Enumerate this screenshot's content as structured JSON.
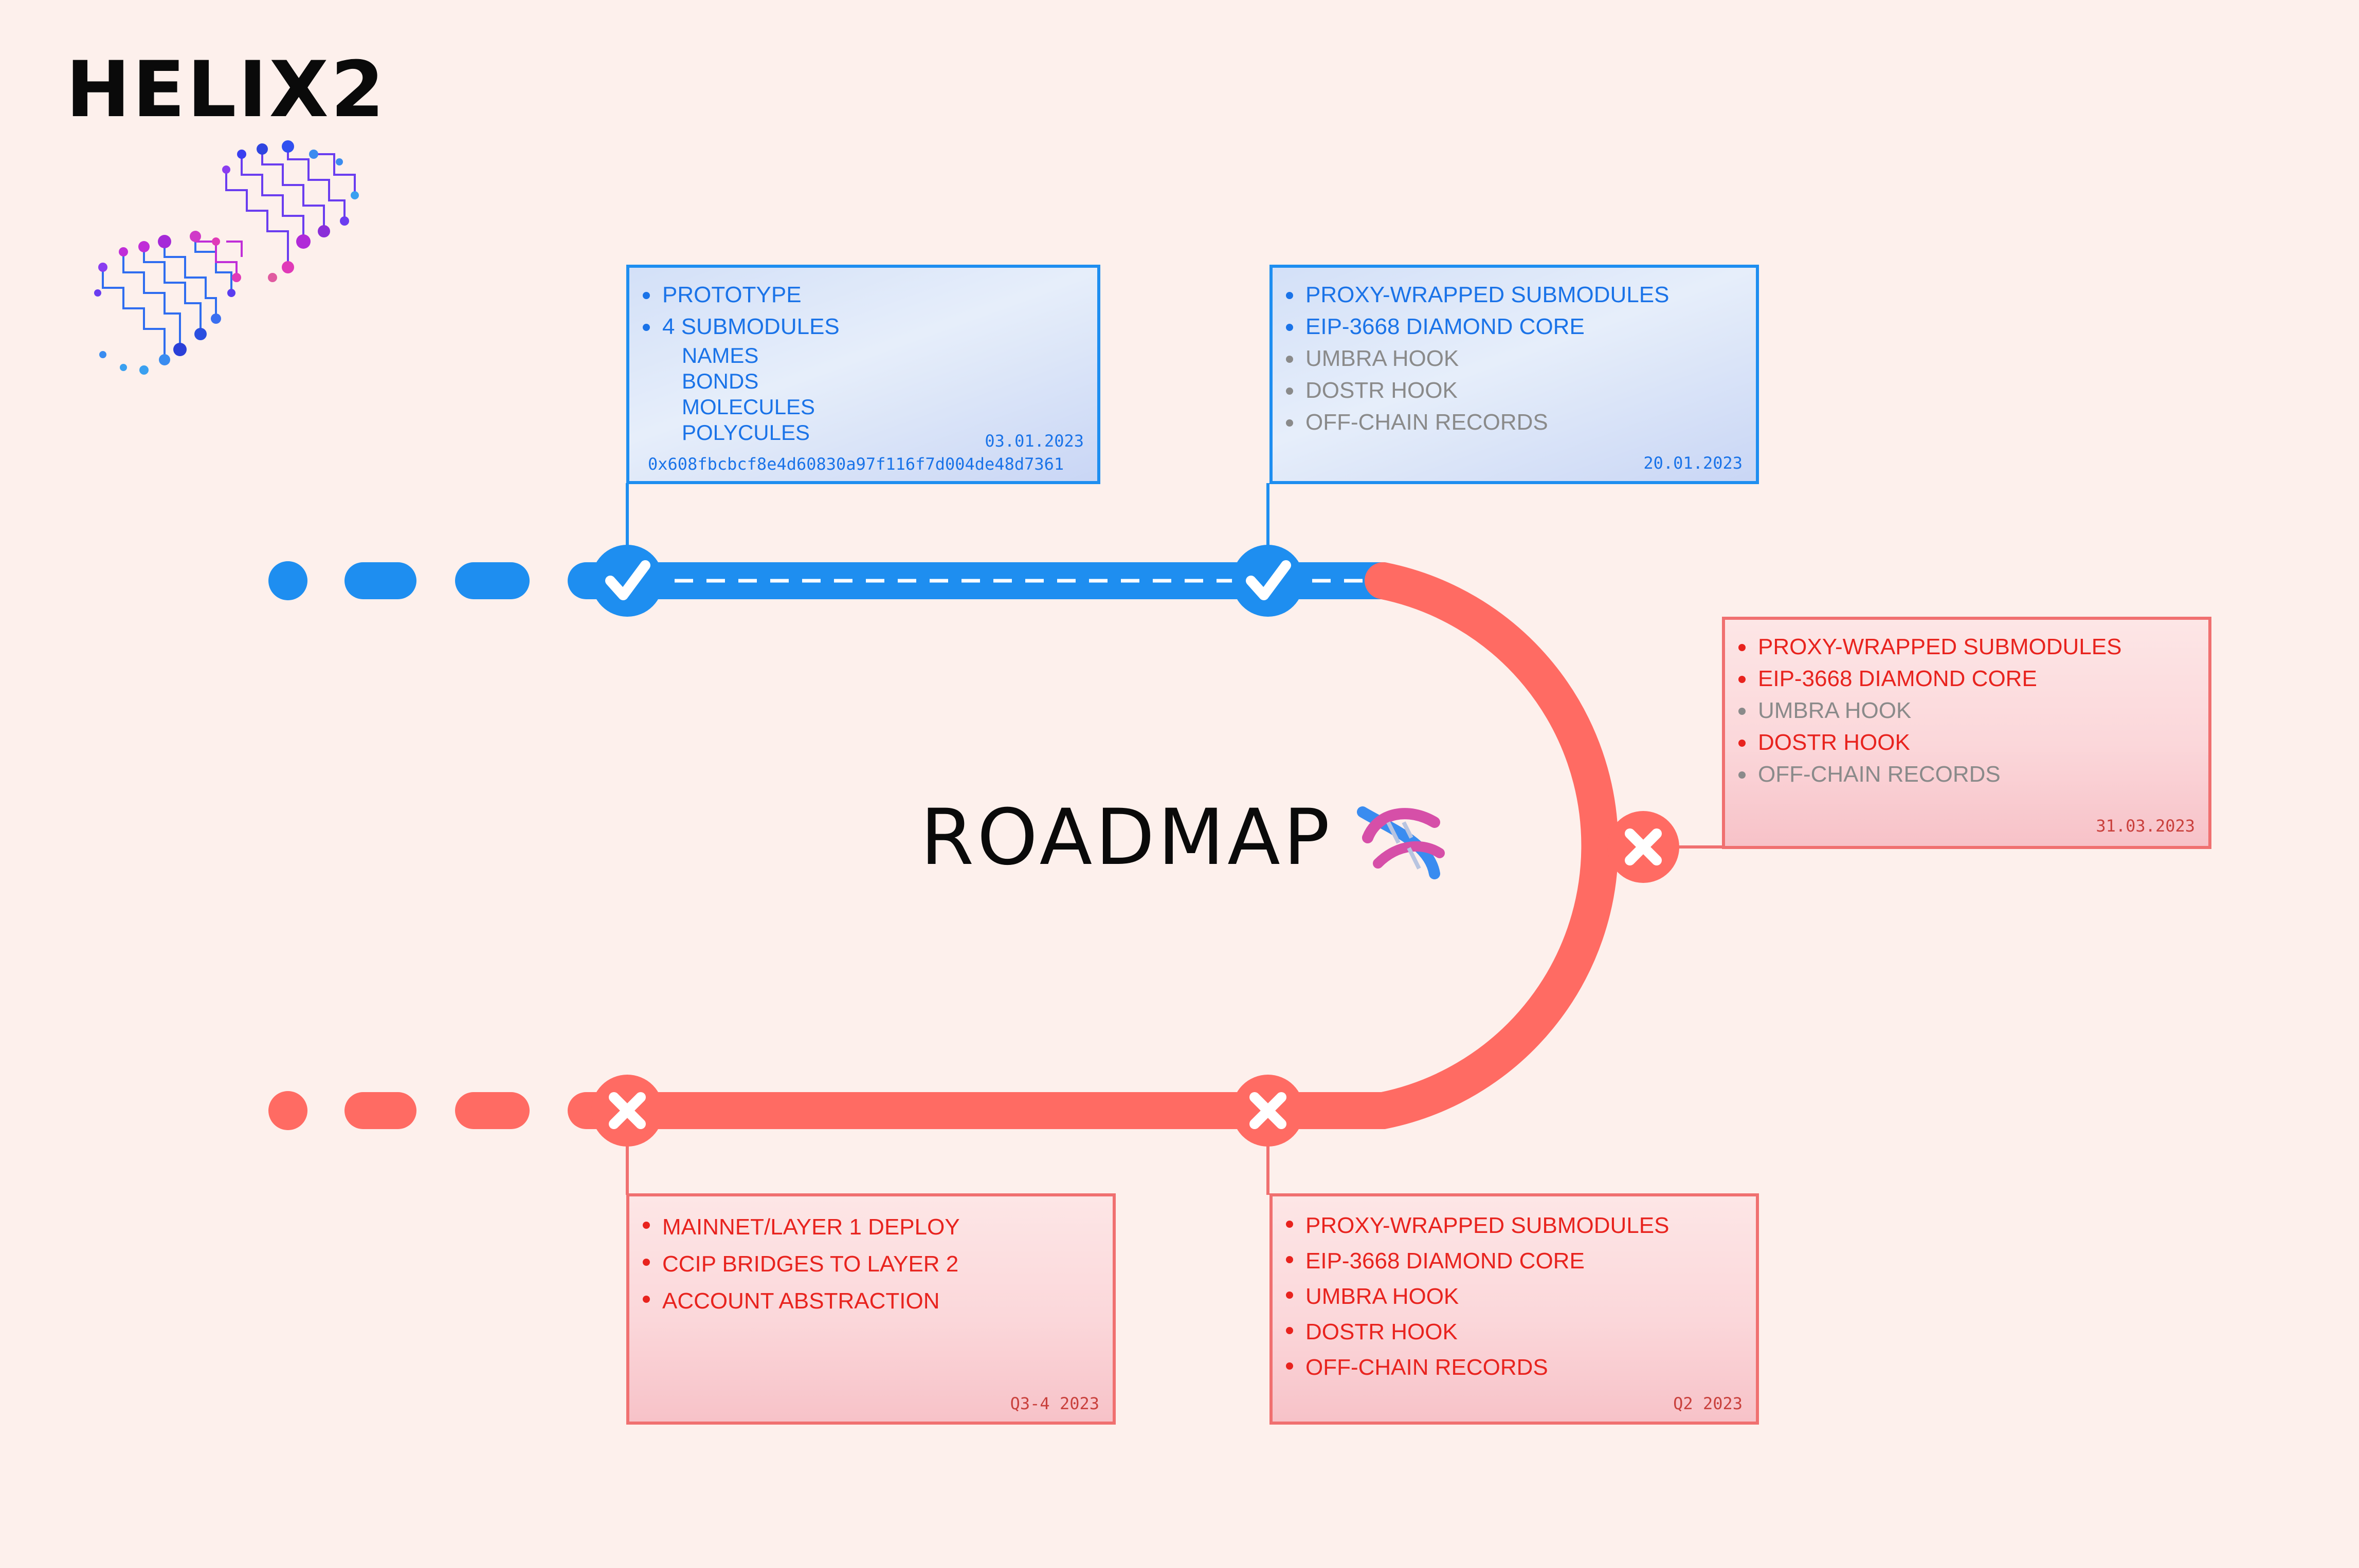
{
  "brand": {
    "name": "HELIX2"
  },
  "title": "ROADMAP",
  "colors": {
    "done": "#1e8ef0",
    "todo": "#ff6b63",
    "muted": "#8a8a8a",
    "background": "#fdf0ec"
  },
  "icons": {
    "brand_mark": "circuit-dna-icon",
    "title_mark": "dna-emoji-icon",
    "done_marker": "check-icon",
    "todo_marker": "x-icon"
  },
  "milestones": [
    {
      "status": "done",
      "items": [
        {
          "text": "PROTOTYPE",
          "muted": false
        },
        {
          "text": "4 SUBMODULES",
          "muted": false
        }
      ],
      "subitems": [
        "NAMES",
        "BONDS",
        "MOLECULES",
        "POLYCULES"
      ],
      "date": "03.01.2023",
      "hash": "0x608fbcbcf8e4d60830a97f116f7d004de48d7361"
    },
    {
      "status": "done",
      "items": [
        {
          "text": "PROXY-WRAPPED SUBMODULES",
          "muted": false
        },
        {
          "text": "EIP-3668 DIAMOND CORE",
          "muted": false
        },
        {
          "text": "UMBRA HOOK",
          "muted": true
        },
        {
          "text": "DOSTR HOOK",
          "muted": true
        },
        {
          "text": "OFF-CHAIN RECORDS",
          "muted": true
        }
      ],
      "date": "20.01.2023"
    },
    {
      "status": "planned",
      "items": [
        {
          "text": "PROXY-WRAPPED SUBMODULES",
          "muted": false
        },
        {
          "text": "EIP-3668 DIAMOND CORE",
          "muted": false
        },
        {
          "text": "UMBRA HOOK",
          "muted": true
        },
        {
          "text": "DOSTR HOOK",
          "muted": false
        },
        {
          "text": "OFF-CHAIN RECORDS",
          "muted": true
        }
      ],
      "date": "31.03.2023"
    },
    {
      "status": "planned",
      "items": [
        {
          "text": "PROXY-WRAPPED SUBMODULES",
          "muted": false
        },
        {
          "text": "EIP-3668 DIAMOND CORE",
          "muted": false
        },
        {
          "text": "UMBRA HOOK",
          "muted": false
        },
        {
          "text": "DOSTR HOOK",
          "muted": false
        },
        {
          "text": "OFF-CHAIN RECORDS",
          "muted": false
        }
      ],
      "date": "Q2 2023"
    },
    {
      "status": "planned",
      "items": [
        {
          "text": "MAINNET/LAYER 1 DEPLOY",
          "muted": false
        },
        {
          "text": "CCIP BRIDGES TO LAYER 2",
          "muted": false
        },
        {
          "text": "ACCOUNT ABSTRACTION",
          "muted": false
        }
      ],
      "date": "Q3-4 2023"
    }
  ]
}
